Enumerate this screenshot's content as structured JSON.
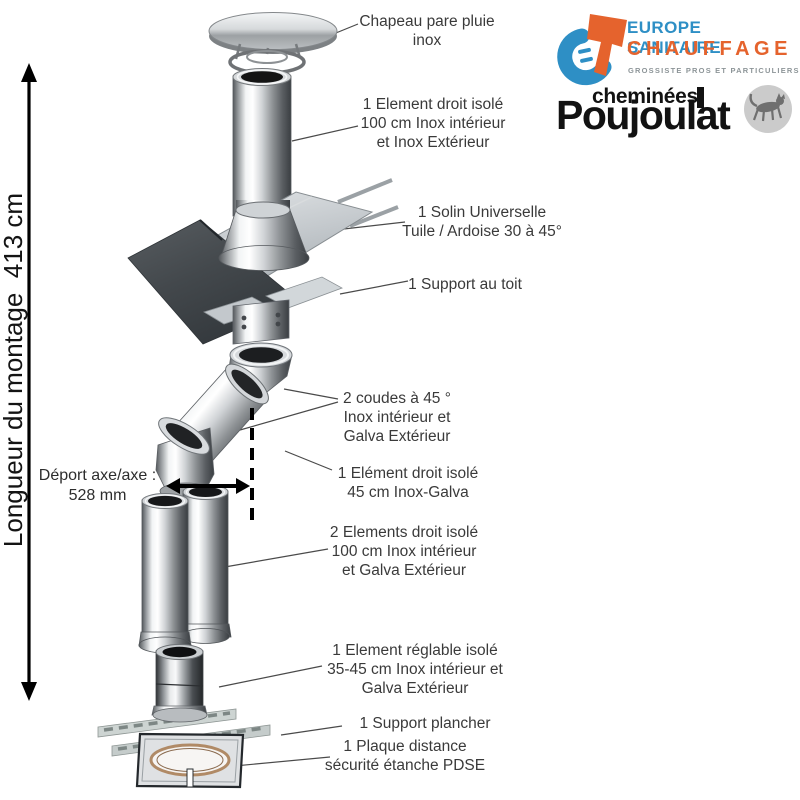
{
  "brand": {
    "europe_sanitaire": "EUROPE SANITAIRE",
    "chauffage": "CHAUFFAGE",
    "tagline": "GROSSISTE PROS ET PARTICULIERS",
    "cheminees": "cheminées",
    "poujoulat": "Poujoulat",
    "colors": {
      "blue": "#2E8FC5",
      "orange": "#E5632D",
      "tagline_gray": "#8D9598",
      "wordmark_black": "#121212"
    },
    "icons": {
      "brand_icon": "phone-handset-c-icon",
      "mascot_icon": "cat-silhouette-icon"
    }
  },
  "dimensions": {
    "total_length": "Longueur du montage  413 cm",
    "axis_offset": "Déport axe/axe :\n528 mm"
  },
  "annotations": [
    {
      "id": "rain-cap",
      "text": "Chapeau pare pluie\ninox"
    },
    {
      "id": "element-100-inox",
      "text": "1 Element droit isolé\n100 cm Inox intérieur\net Inox Extérieur"
    },
    {
      "id": "flashing",
      "text": "1 Solin Universelle\nTuile / Ardoise 30 à 45°"
    },
    {
      "id": "roof-support",
      "text": "1 Support au toit"
    },
    {
      "id": "elbows-45",
      "text": "2 coudes à 45 °\nInox intérieur et\nGalva Extérieur"
    },
    {
      "id": "element-45",
      "text": "1 Elément droit isolé\n45 cm Inox-Galva"
    },
    {
      "id": "elements-100-galva",
      "text": "2 Elements droit isolé\n100 cm Inox intérieur\net Galva Extérieur"
    },
    {
      "id": "adjustable-element",
      "text": "1 Element réglable isolé\n35-45 cm Inox intérieur et\nGalva Extérieur"
    },
    {
      "id": "floor-support",
      "text": "1 Support plancher"
    },
    {
      "id": "pdse-plate",
      "text": "1 Plaque distance\nsécurité étanche PDSE"
    }
  ]
}
